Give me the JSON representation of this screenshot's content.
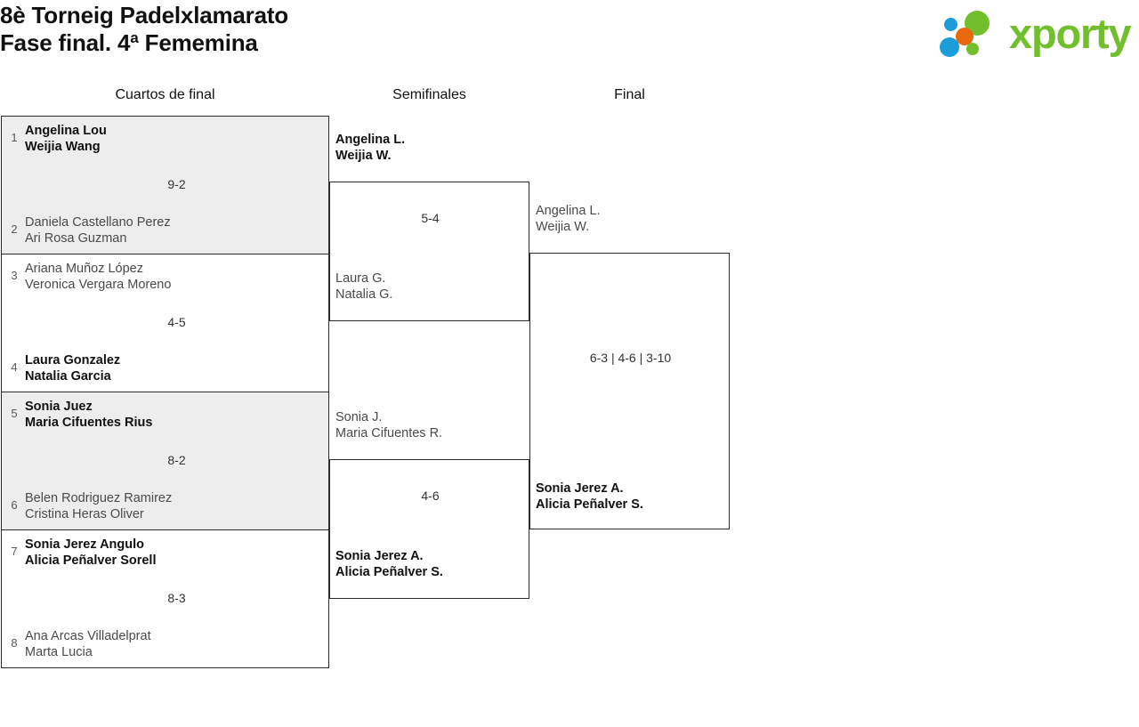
{
  "header": {
    "title_line1": "8è Torneig Padelxlamarato",
    "title_line2": "Fase final. 4ª Fememina",
    "logo_word": "xporty",
    "logo_colors": {
      "green": "#72bf2e",
      "blue": "#1b9dd9",
      "orange": "#e8690b"
    }
  },
  "rounds": [
    {
      "label": "Cuartos de final"
    },
    {
      "label": "Semifinales"
    },
    {
      "label": "Final"
    }
  ],
  "bracket": {
    "quarterfinals": [
      {
        "score": "9-2",
        "top": {
          "seed": "1",
          "player1": "Angelina Lou",
          "player2": "Weijia Wang",
          "result": "winner"
        },
        "bottom": {
          "seed": "2",
          "player1": "Daniela Castellano Perez",
          "player2": "Ari Rosa Guzman",
          "result": "loser"
        }
      },
      {
        "score": "4-5",
        "top": {
          "seed": "3",
          "player1": "Ariana Muñoz López",
          "player2": "Veronica Vergara Moreno",
          "result": "loser"
        },
        "bottom": {
          "seed": "4",
          "player1": "Laura Gonzalez",
          "player2": "Natalia Garcia",
          "result": "winner"
        }
      },
      {
        "score": "8-2",
        "top": {
          "seed": "5",
          "player1": "Sonia Juez",
          "player2": "Maria Cifuentes Rius",
          "result": "winner"
        },
        "bottom": {
          "seed": "6",
          "player1": "Belen Rodriguez Ramirez",
          "player2": "Cristina Heras Oliver",
          "result": "loser"
        }
      },
      {
        "score": "8-3",
        "top": {
          "seed": "7",
          "player1": "Sonia Jerez Angulo",
          "player2": "Alicia Peñalver Sorell",
          "result": "winner"
        },
        "bottom": {
          "seed": "8",
          "player1": "Ana Arcas Villadelprat",
          "player2": "Marta Lucia",
          "result": "loser"
        }
      }
    ],
    "semifinals": [
      {
        "score": "5-4",
        "top": {
          "player1": "Angelina L.",
          "player2": "Weijia W.",
          "result": "winner"
        },
        "bottom": {
          "player1": "Laura G.",
          "player2": "Natalia G.",
          "result": "loser"
        }
      },
      {
        "score": "4-6",
        "top": {
          "player1": "Sonia J.",
          "player2": "Maria Cifuentes R.",
          "result": "loser"
        },
        "bottom": {
          "player1": "Sonia Jerez A.",
          "player2": "Alicia Peñalver S.",
          "result": "winner"
        }
      }
    ],
    "final": {
      "score": "6-3 | 4-6 | 3-10",
      "top": {
        "player1": "Angelina L.",
        "player2": "Weijia W.",
        "result": "loser"
      },
      "bottom": {
        "player1": "Sonia Jerez A.",
        "player2": "Alicia Peñalver S.",
        "result": "winner"
      }
    }
  }
}
